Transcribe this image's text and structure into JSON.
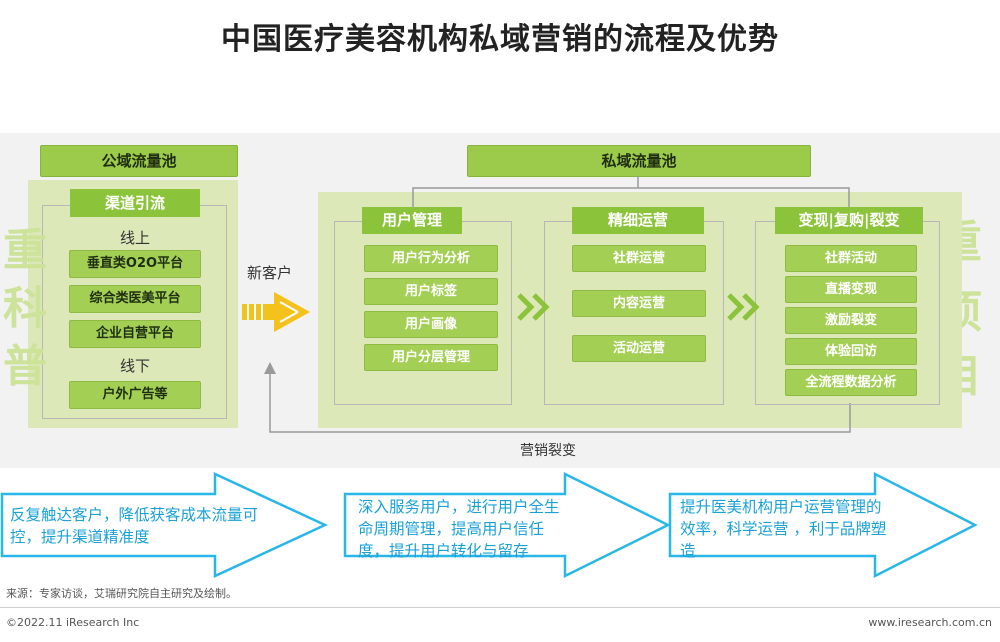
{
  "title": "中国医疗美容机构私域营销的流程及优势",
  "public_pool": {
    "header": "公域流量池",
    "channel_header": "渠道引流",
    "online_label": "线上",
    "online_items": [
      "垂直类O2O平台",
      "综合类医美平台",
      "企业自营平台"
    ],
    "offline_label": "线下",
    "offline_items": [
      "户外广告等"
    ]
  },
  "new_customer_label": "新客户",
  "private_pool": {
    "header": "私域流量池",
    "columns": [
      {
        "header": "用户管理",
        "items": [
          "用户行为分析",
          "用户标签",
          "用户画像",
          "用户分层管理"
        ]
      },
      {
        "header": "精细运营",
        "items": [
          "社群运营",
          "内容运营",
          "活动运营"
        ]
      },
      {
        "header": "变现|复购|裂变",
        "items": [
          "社群活动",
          "直播变现",
          "激励裂变",
          "体验回访",
          "全流程数据分析"
        ]
      }
    ]
  },
  "side_left": [
    "重",
    "科",
    "普"
  ],
  "side_right": [
    "重",
    "项",
    "目"
  ],
  "feedback_label": "营销裂变",
  "benefits": [
    "反复触达客户，降低获客成本流量可控，提升渠道精准度",
    "深入服务用户，进行用户全生命周期管理，提高用户信任度，提升用户转化与留存",
    "提升医美机构用户运营管理的效率，科学运营 ，利于品牌塑造"
  ],
  "source": "来源：专家访谈，艾瑞研究院自主研究及绘制。",
  "copyright": "©2022.11 iResearch Inc",
  "website": "www.iresearch.com.cn",
  "colors": {
    "green": "#9ccb4b",
    "light_green": "#dce8b8",
    "blue": "#29b6e8",
    "gold": "#f3c21d"
  }
}
